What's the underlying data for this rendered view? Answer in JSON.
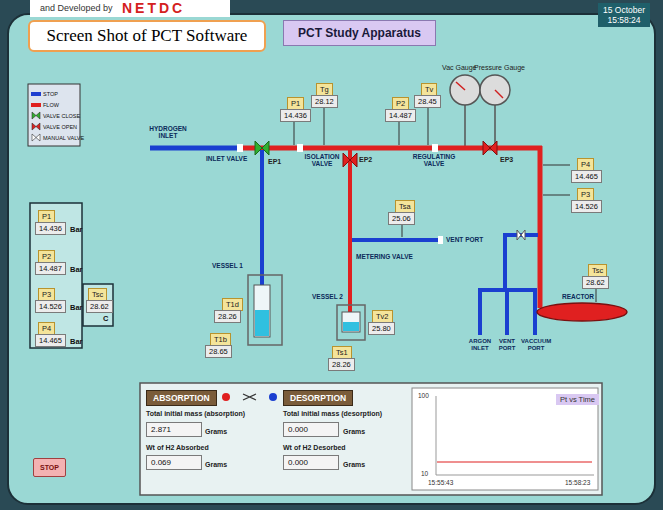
{
  "diagram": {
    "title": "PCT Study Apparatus",
    "nodes": [
      {
        "text": [
          "PCT Study Apparatus"
        ]
      },
      {
        "text": [
          "15 October",
          "15:58:24"
        ]
      },
      {
        "text": [
          "Screen Shot of PCT Software"
        ]
      },
      {
        "text": [
          "P1"
        ]
      },
      {
        "text": [
          "14.436"
        ]
      },
      {
        "text": [
          "P2"
        ]
      },
      {
        "text": [
          "14.487"
        ]
      },
      {
        "text": [
          "P3"
        ]
      },
      {
        "text": [
          "14.526"
        ]
      },
      {
        "text": [
          "P4"
        ]
      },
      {
        "text": [
          "14.465"
        ]
      },
      {
        "text": [
          "Tsc"
        ]
      },
      {
        "text": [
          "28.62"
        ]
      },
      {
        "text": [
          "P1"
        ]
      },
      {
        "text": [
          "14.436"
        ]
      },
      {
        "text": [
          "Tg"
        ]
      },
      {
        "text": [
          "28.12"
        ]
      },
      {
        "text": [
          "P2"
        ]
      },
      {
        "text": [
          "14.487"
        ]
      },
      {
        "text": [
          "Tv"
        ]
      },
      {
        "text": [
          "28.45"
        ]
      },
      {
        "text": [
          "P4"
        ]
      },
      {
        "text": [
          "14.465"
        ]
      },
      {
        "text": [
          "P3"
        ]
      },
      {
        "text": [
          "14.526"
        ]
      },
      {
        "text": [
          "Tsa"
        ]
      },
      {
        "text": [
          "25.06"
        ]
      },
      {
        "text": [
          "T1d"
        ]
      },
      {
        "text": [
          "28.26"
        ]
      },
      {
        "text": [
          "T1b"
        ]
      },
      {
        "text": [
          "28.65"
        ]
      },
      {
        "text": [
          "Ts1"
        ]
      },
      {
        "text": [
          "28.26"
        ]
      },
      {
        "text": [
          "Tv2"
        ]
      },
      {
        "text": [
          "25.80"
        ]
      },
      {
        "text": [
          "Tsc"
        ]
      },
      {
        "text": [
          "28.62"
        ]
      },
      {
        "text": [
          "ABSORPTION"
        ]
      },
      {
        "text": [
          "DESORPTION"
        ]
      },
      {
        "text": [
          "2.871"
        ]
      },
      {
        "text": [
          "0.069"
        ]
      },
      {
        "text": [
          "0.000"
        ]
      },
      {
        "text": [
          "0.000"
        ]
      },
      {
        "text": [
          "Pt vs Time"
        ]
      },
      {
        "text": [
          "STOP"
        ]
      }
    ],
    "labels": [
      "and Developed by",
      "NETDC",
      "Vac Gauge",
      "Pressure Gauge",
      "HYDROGEN INLET",
      "INLET VALVE",
      "ISOLATION VALVE",
      "REGULATING VALVE",
      "EP1",
      "EP2",
      "EP3",
      "VENT PORT",
      "METERING VALVE",
      "VESSEL 1",
      "VESSEL 2",
      "REACTOR",
      "ARGON INLET",
      "VENT PORT",
      "VACCUUM PORT",
      "Bar",
      "Bar",
      "Bar",
      "Bar",
      "C",
      "Total initial mass (absorption)",
      "Grams",
      "Wt of H2 Absorbed",
      "Grams",
      "Total initial mass (desorption)",
      "Grams",
      "Wt of H2 Desorbed",
      "Grams",
      "100",
      "10",
      "15:55:43",
      "15:58:23"
    ],
    "legend": [
      {
        "text": "STOP",
        "color": "#1f3fd0"
      },
      {
        "text": "FLOW",
        "color": "#e02020"
      },
      {
        "text": "VALVE CLOSE"
      },
      {
        "text": "VALVE OPEN"
      },
      {
        "text": "MANUAL VALVE"
      }
    ]
  }
}
